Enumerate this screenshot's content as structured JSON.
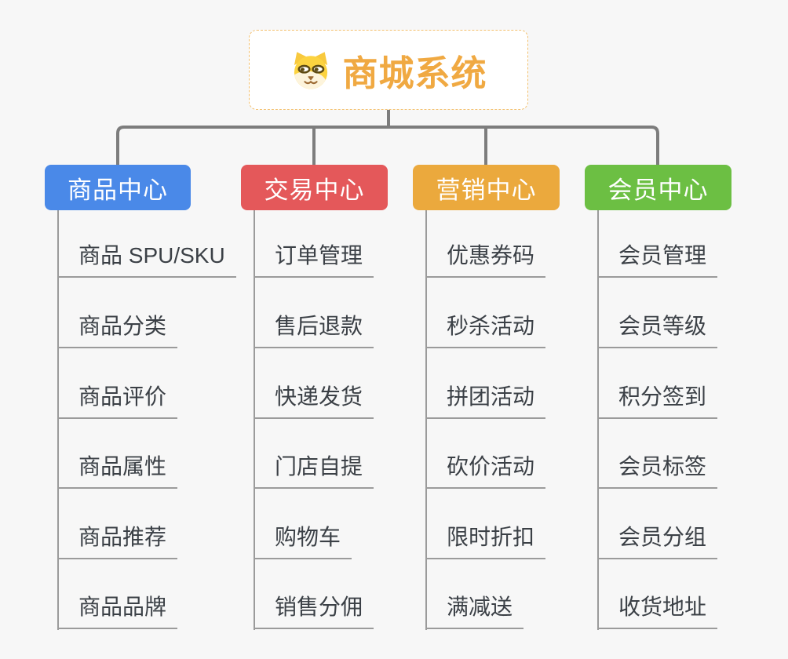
{
  "page": {
    "background_color": "#f7f7f7",
    "connector_color": "#7d7d7d",
    "underline_color": "#9b9b9b"
  },
  "root": {
    "title": "商城系统",
    "icon": "dog-face-icon",
    "text_color": "#f0a942",
    "border_color": "#f3c06e"
  },
  "branches": [
    {
      "label": "商品中心",
      "color": "#4a89e8",
      "items": [
        "商品 SPU/SKU",
        "商品分类",
        "商品评价",
        "商品属性",
        "商品推荐",
        "商品品牌"
      ]
    },
    {
      "label": "交易中心",
      "color": "#e4585a",
      "items": [
        "订单管理",
        "售后退款",
        "快递发货",
        "门店自提",
        "购物车",
        "销售分佣"
      ]
    },
    {
      "label": "营销中心",
      "color": "#eba93d",
      "items": [
        "优惠券码",
        "秒杀活动",
        "拼团活动",
        "砍价活动",
        "限时折扣",
        "满减送"
      ]
    },
    {
      "label": "会员中心",
      "color": "#6cbf43",
      "items": [
        "会员管理",
        "会员等级",
        "积分签到",
        "会员标签",
        "会员分组",
        "收货地址"
      ]
    }
  ]
}
